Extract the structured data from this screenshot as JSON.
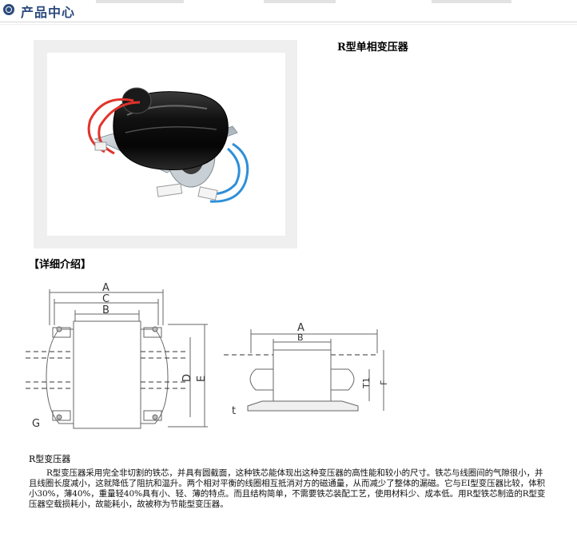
{
  "header": {
    "title": "产品中心",
    "accent": "#2b4a7c"
  },
  "product": {
    "name": "R型单相变压器",
    "image_icon": "transformer-photo"
  },
  "details": {
    "heading": "【详细介绍】",
    "diagram": {
      "front_labels": [
        "A",
        "C",
        "B",
        "D",
        "E",
        "G"
      ],
      "side_labels": [
        "A",
        "B",
        "T1",
        "F",
        "t"
      ]
    },
    "caption": "R型变压器",
    "description": "R型变压器采用完全非切割的铁芯，并具有圆截面，这种铁芯能体现出这种变压器的高性能和较小的尺寸。铁芯与线圈间的气隙很小，并且线圈长度减小，这就降低了阻抗和温升。两个相对平衡的线圈相互抵消对方的磁通量，从而减少了整体的漏磁。它与EI型变压器比较，体积小30%，薄40%，重量轻40%具有小、轻、薄的特点。而且结构简单，不需要铁芯装配工艺，使用材料少、成本低。用R型铁芯制造的R型变压器空载损耗小，故能耗小，故被称为节能型变压器。"
  }
}
